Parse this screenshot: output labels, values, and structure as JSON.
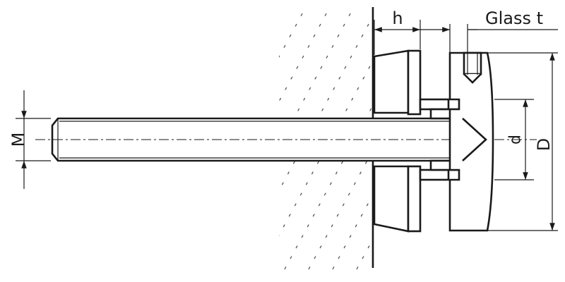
{
  "labels": {
    "h": "h",
    "glass_t": "Glass t",
    "M": "M",
    "d": "d",
    "D": "D"
  }
}
